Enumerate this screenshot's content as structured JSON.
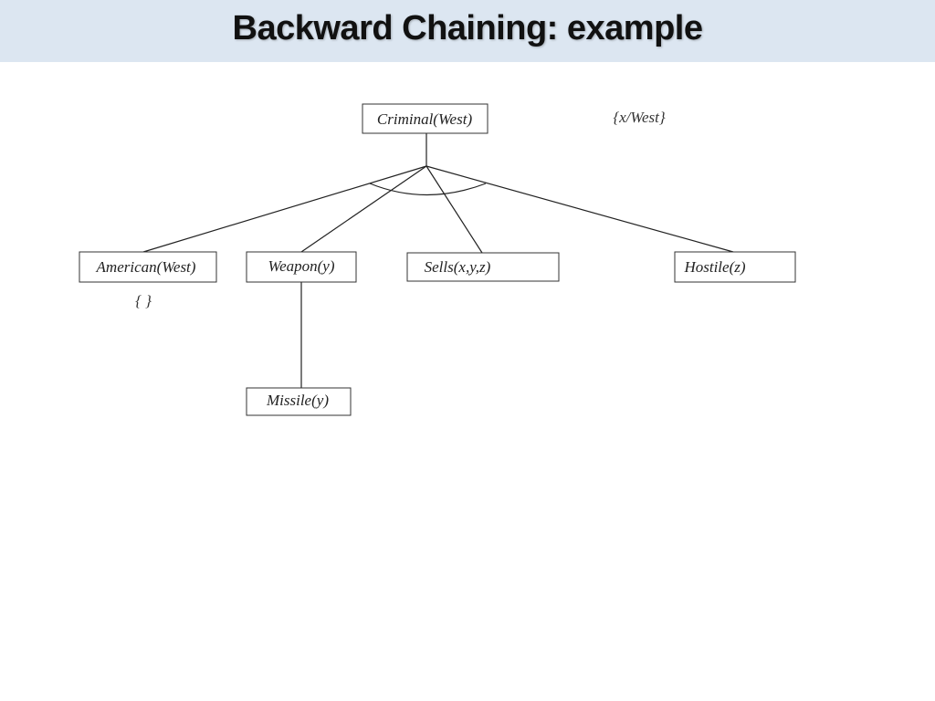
{
  "slide": {
    "title": "Backward Chaining: example"
  },
  "diagram": {
    "nodes": {
      "criminal": "Criminal(West)",
      "american": "American(West)",
      "weapon": "Weapon(y)",
      "sells": "Sells(x,y,z)",
      "hostile": "Hostile(z)",
      "missile": "Missile(y)"
    },
    "annotations": {
      "criminal_subst": "{x/West}",
      "american_subst": "{ }"
    }
  }
}
